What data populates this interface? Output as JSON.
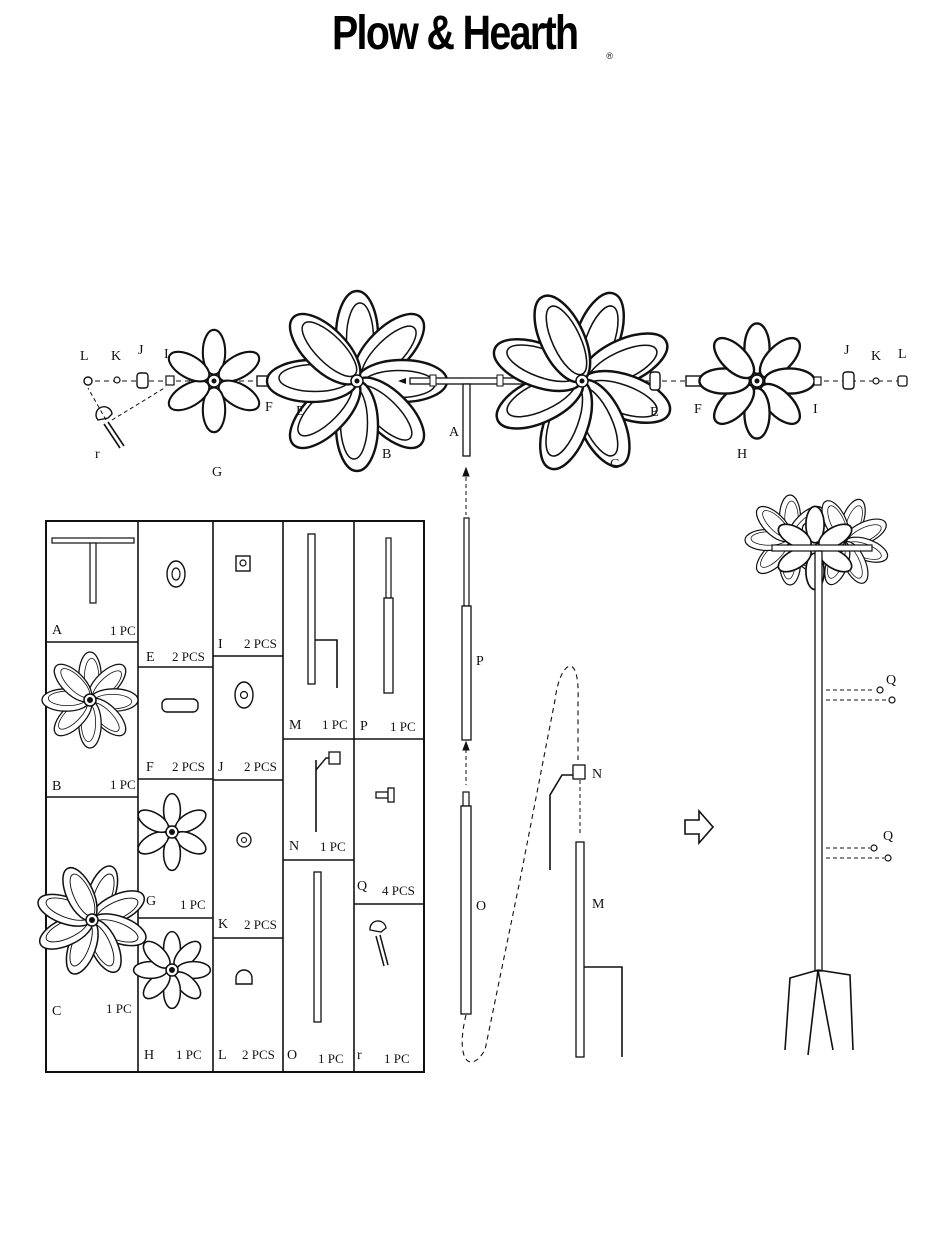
{
  "brand": {
    "name": "Plow & Hearth",
    "mark": "®"
  },
  "assembly_labels": {
    "L1": "L",
    "K1": "K",
    "J1": "J",
    "I1": "I",
    "r": "r",
    "G": "G",
    "F1": "F",
    "E1": "E",
    "B": "B",
    "A": "A",
    "C": "C",
    "E2": "E",
    "F2": "F",
    "H": "H",
    "I2": "I",
    "J2": "J",
    "K2": "K",
    "L2": "L",
    "P": "P",
    "O": "O",
    "N": "N",
    "M": "M",
    "Q1": "Q",
    "Q2": "Q"
  },
  "parts": [
    {
      "letter": "A",
      "qty": "1 PC"
    },
    {
      "letter": "B",
      "qty": "1 PC"
    },
    {
      "letter": "C",
      "qty": "1 PC"
    },
    {
      "letter": "E",
      "qty": "2 PCS"
    },
    {
      "letter": "F",
      "qty": "2 PCS"
    },
    {
      "letter": "G",
      "qty": "1 PC"
    },
    {
      "letter": "H",
      "qty": "1 PC"
    },
    {
      "letter": "I",
      "qty": "2 PCS"
    },
    {
      "letter": "J",
      "qty": "2 PCS"
    },
    {
      "letter": "K",
      "qty": "2 PCS"
    },
    {
      "letter": "L",
      "qty": "2 PCS"
    },
    {
      "letter": "M",
      "qty": "1 PC"
    },
    {
      "letter": "N",
      "qty": "1 PC"
    },
    {
      "letter": "O",
      "qty": "1 PC"
    },
    {
      "letter": "P",
      "qty": "1 PC"
    },
    {
      "letter": "Q",
      "qty": "4 PCS"
    },
    {
      "letter": "r",
      "qty": "1 PC"
    }
  ]
}
